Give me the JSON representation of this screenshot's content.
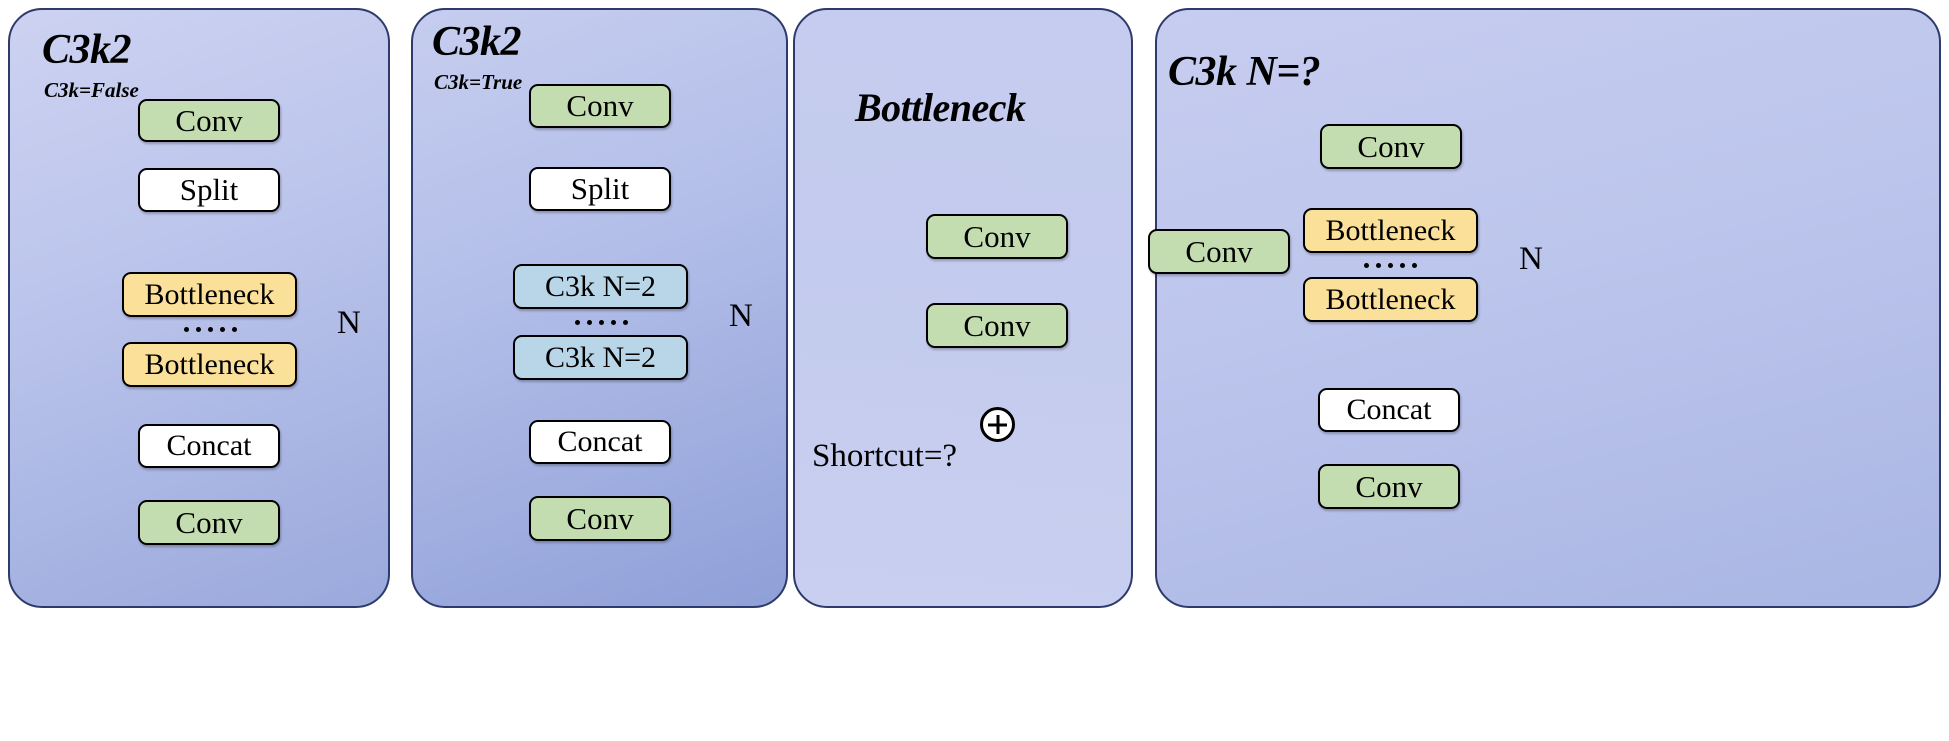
{
  "figure": {
    "type": "diagram",
    "description": "Neural network module architecture diagram with four panels",
    "colors": {
      "panel_fill_light": "#c8cdef",
      "panel_fill_dark": "#8e9fd8",
      "panel_border": "#2e3a6b",
      "conv_fill": "#c3ddb0",
      "bottleneck_fill": "#fbe09a",
      "c3k_fill": "#b9d5e8",
      "plain_fill": "#ffffff",
      "line": "#000000"
    }
  },
  "panels": [
    {
      "id": "c3k2-false",
      "title": "C3k2",
      "subtitle": "C3k=False",
      "repeat_label": "N",
      "dots": "......",
      "nodes": [
        {
          "label": "Conv",
          "kind": "conv"
        },
        {
          "label": "Split",
          "kind": "plain"
        },
        {
          "label": "Bottleneck",
          "kind": "bottleneck"
        },
        {
          "label": "Bottleneck",
          "kind": "bottleneck"
        },
        {
          "label": "Concat",
          "kind": "plain"
        },
        {
          "label": "Conv",
          "kind": "conv"
        }
      ]
    },
    {
      "id": "c3k2-true",
      "title": "C3k2",
      "subtitle": "C3k=True",
      "repeat_label": "N",
      "dots": "......",
      "nodes": [
        {
          "label": "Conv",
          "kind": "conv"
        },
        {
          "label": "Split",
          "kind": "plain"
        },
        {
          "label": "C3k N=2",
          "kind": "c3k"
        },
        {
          "label": "C3k N=2",
          "kind": "c3k"
        },
        {
          "label": "Concat",
          "kind": "plain"
        },
        {
          "label": "Conv",
          "kind": "conv"
        }
      ]
    },
    {
      "id": "bottleneck",
      "title": "Bottleneck",
      "subtitle": "",
      "shortcut_label": "Shortcut=?",
      "sum_symbol": "+",
      "nodes": [
        {
          "label": "Conv",
          "kind": "conv"
        },
        {
          "label": "Conv",
          "kind": "conv"
        }
      ]
    },
    {
      "id": "c3k",
      "title": "C3k N=?",
      "subtitle": "",
      "repeat_label": "N",
      "dots": "......",
      "nodes": [
        {
          "label": "Conv",
          "kind": "conv"
        },
        {
          "label": "Conv",
          "kind": "conv"
        },
        {
          "label": "Bottleneck",
          "kind": "bottleneck"
        },
        {
          "label": "Bottleneck",
          "kind": "bottleneck"
        },
        {
          "label": "Concat",
          "kind": "plain"
        },
        {
          "label": "Conv",
          "kind": "conv"
        }
      ]
    }
  ]
}
